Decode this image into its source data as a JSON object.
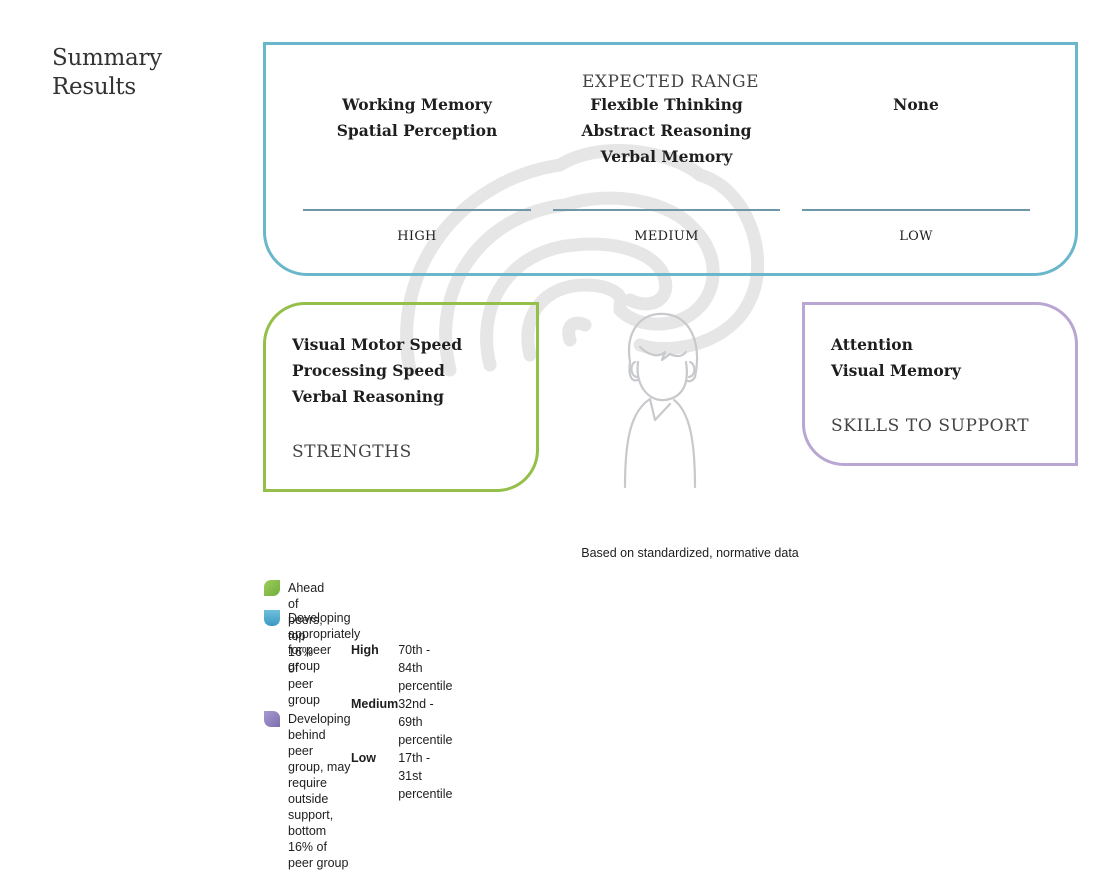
{
  "page": {
    "title_line1": "Summary",
    "title_line2": "Results"
  },
  "expected_range": {
    "title": "EXPECTED RANGE",
    "border_color": "#6ab7cc",
    "columns": [
      {
        "level": "HIGH",
        "items": [
          "Working Memory",
          "Spatial Perception"
        ]
      },
      {
        "level": "MEDIUM",
        "items": [
          "Flexible Thinking",
          "Abstract Reasoning",
          "Verbal Memory"
        ]
      },
      {
        "level": "LOW",
        "items": [
          "None"
        ]
      }
    ]
  },
  "strengths": {
    "label": "STRENGTHS",
    "border_color": "#94bf4a",
    "items": [
      "Visual Motor Speed",
      "Processing Speed",
      "Verbal Reasoning"
    ]
  },
  "skills_to_support": {
    "label": "SKILLS TO SUPPORT",
    "border_color": "#b9a6d2",
    "items": [
      "Attention",
      "Visual Memory"
    ]
  },
  "legend": {
    "source_note": "Based on standardized, normative data",
    "entries": [
      {
        "color": "#8bc34a",
        "text": "Ahead of peers, top 16% of peer group"
      },
      {
        "color": "#4fa9d2",
        "text": "Developing appropriately for peer group"
      },
      {
        "color": "#9487c3",
        "text_line1": "Developing behind peer group, may require outside",
        "text_line2": "support, bottom 16% of peer group"
      }
    ],
    "percentiles": [
      {
        "level": "High",
        "range": "70th - 84th percentile"
      },
      {
        "level": "Medium",
        "range": "32nd - 69th percentile"
      },
      {
        "level": "Low",
        "range": "17th - 31st percentile"
      }
    ]
  }
}
